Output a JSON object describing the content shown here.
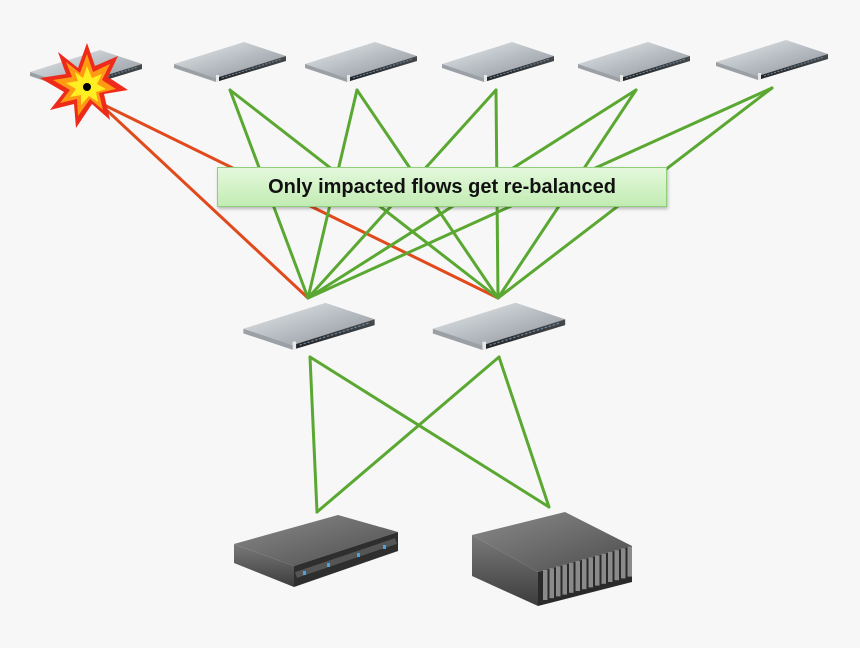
{
  "banner": {
    "text": "Only impacted flows get re-balanced"
  },
  "colors": {
    "healthy_link": "#5aa832",
    "impacted_link": "#e04a1c",
    "background": "#f7f7f7",
    "banner_fill": "#d3f2c6"
  },
  "nodes": {
    "top_switches": [
      {
        "id": "t0",
        "status": "failed"
      },
      {
        "id": "t1",
        "status": "ok"
      },
      {
        "id": "t2",
        "status": "ok"
      },
      {
        "id": "t3",
        "status": "ok"
      },
      {
        "id": "t4",
        "status": "ok"
      },
      {
        "id": "t5",
        "status": "ok"
      }
    ],
    "spine_switches": [
      {
        "id": "s0"
      },
      {
        "id": "s1"
      }
    ],
    "servers": [
      {
        "id": "h0",
        "kind": "rack-server"
      },
      {
        "id": "h1",
        "kind": "blade-chassis"
      }
    ]
  },
  "links": [
    {
      "from": "t0",
      "to": "s0",
      "state": "impacted"
    },
    {
      "from": "t0",
      "to": "s1",
      "state": "impacted"
    },
    {
      "from": "t1",
      "to": "s0",
      "state": "ok"
    },
    {
      "from": "t1",
      "to": "s1",
      "state": "ok"
    },
    {
      "from": "t2",
      "to": "s0",
      "state": "ok"
    },
    {
      "from": "t2",
      "to": "s1",
      "state": "ok"
    },
    {
      "from": "t3",
      "to": "s0",
      "state": "ok"
    },
    {
      "from": "t3",
      "to": "s1",
      "state": "ok"
    },
    {
      "from": "t4",
      "to": "s0",
      "state": "ok"
    },
    {
      "from": "t4",
      "to": "s1",
      "state": "ok"
    },
    {
      "from": "t5",
      "to": "s0",
      "state": "ok"
    },
    {
      "from": "t5",
      "to": "s1",
      "state": "ok"
    },
    {
      "from": "s0",
      "to": "h0",
      "state": "ok"
    },
    {
      "from": "s0",
      "to": "h1",
      "state": "ok"
    },
    {
      "from": "s1",
      "to": "h0",
      "state": "ok"
    },
    {
      "from": "s1",
      "to": "h1",
      "state": "ok"
    }
  ]
}
